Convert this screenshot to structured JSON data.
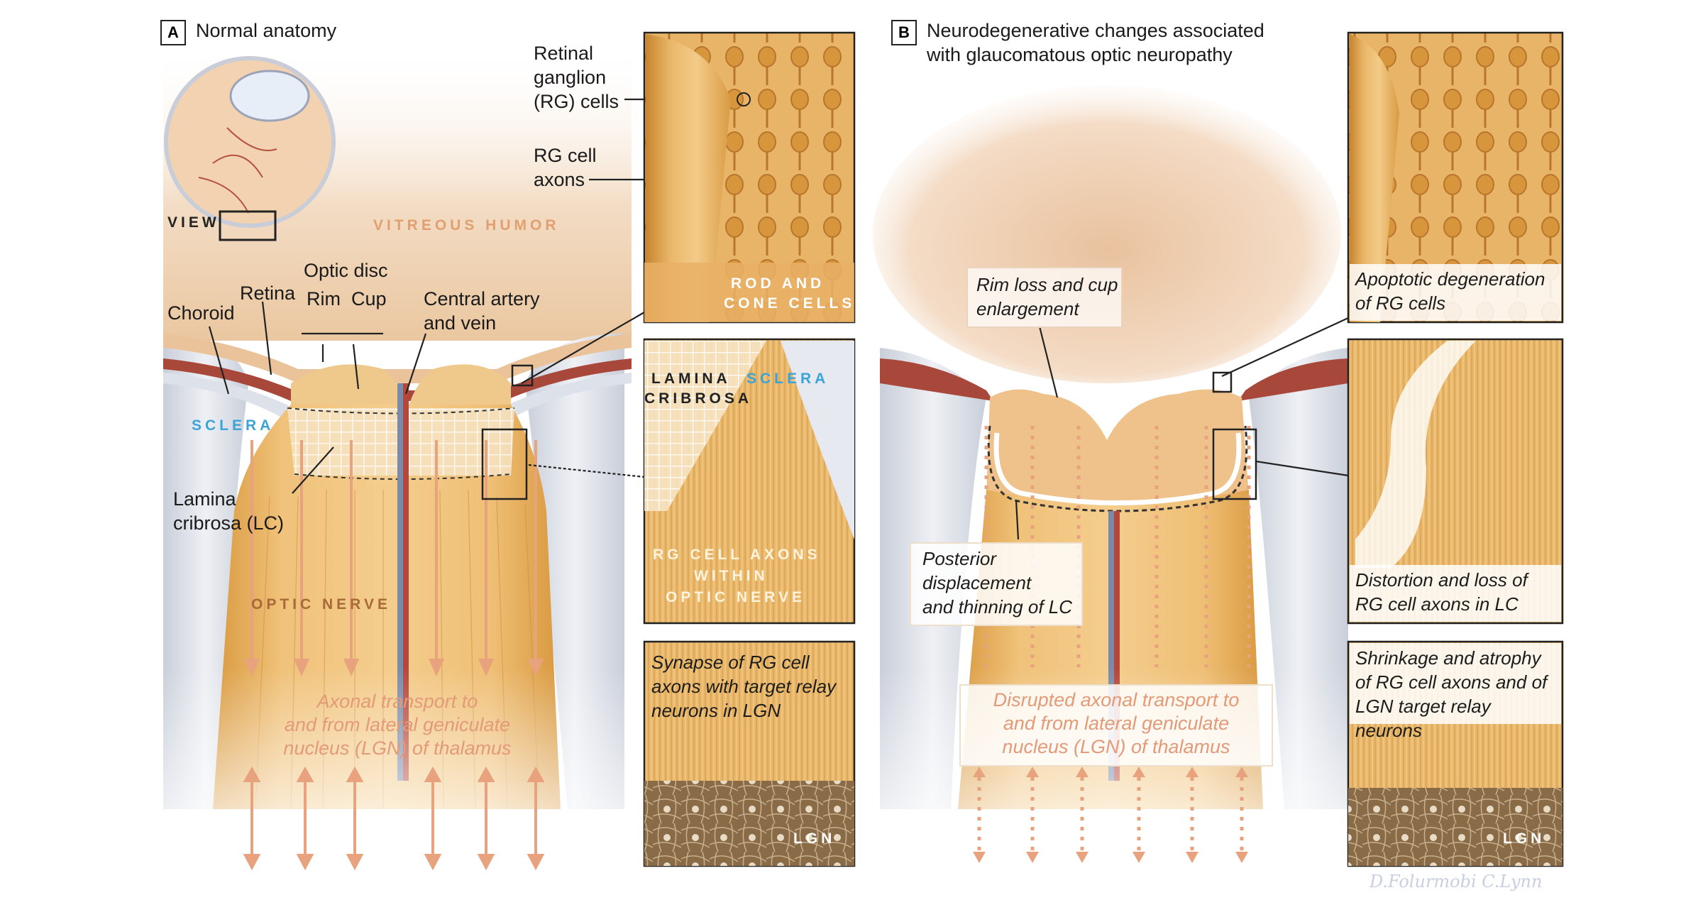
{
  "panel_a": {
    "letter": "A",
    "title": "Normal anatomy",
    "labels": {
      "view": "VIEW",
      "vitreous": "VITREOUS HUMOR",
      "optic_disc": "Optic disc",
      "rim": "Rim",
      "cup": "Cup",
      "retina": "Retina",
      "choroid": "Choroid",
      "central_artery_1": "Central artery",
      "central_artery_2": "and vein",
      "sclera": "SCLERA",
      "lamina_1": "Lamina",
      "lamina_2": "cribrosa (LC)",
      "optic_nerve": "OPTIC NERVE",
      "retinal_gc_1": "Retinal",
      "retinal_gc_2": "ganglion",
      "retinal_gc_3": "(RG) cells",
      "rg_axons_1": "RG cell",
      "rg_axons_2": "axons"
    },
    "transport": [
      "Axonal transport to",
      "and from lateral geniculate",
      "nucleus (LGN) of thalamus"
    ],
    "insets": {
      "rod_cone_1": "ROD AND",
      "rod_cone_2": "CONE CELLS",
      "lamina_1": "LAMINA",
      "lamina_2": "CRIBROSA",
      "sclera": "SCLERA",
      "axons_1": "RG CELL AXONS",
      "axons_2": "WITHIN",
      "axons_3": "OPTIC NERVE",
      "synapse": [
        "Synapse of RG cell",
        "axons with target relay",
        "neurons in LGN"
      ],
      "lgn": "LGN"
    }
  },
  "panel_b": {
    "letter": "B",
    "title": [
      "Neurodegenerative changes associated",
      "with glaucomatous optic neuropathy"
    ],
    "rim_loss": [
      "Rim loss and cup",
      "enlargement"
    ],
    "posterior": [
      "Posterior",
      "displacement",
      "and thinning of LC"
    ],
    "transport": [
      "Disrupted axonal transport to",
      "and from lateral geniculate",
      "nucleus (LGN) of thalamus"
    ],
    "insets": {
      "apoptotic": [
        "Apoptotic degeneration",
        "of RG cells"
      ],
      "distortion": [
        "Distortion and loss of",
        "RG cell axons in LC"
      ],
      "shrinkage": [
        "Shrinkage and atrophy",
        "of RG cell axons and of",
        "LGN target relay neurons"
      ],
      "lgn": "LGN"
    }
  },
  "signature": "D.Folurmobi C.Lynn",
  "colors": {
    "nerve": "#e8b56a",
    "nerve_dark": "#c98a3a",
    "sclera": "#dfe3ea",
    "choroid": "#a8483a",
    "vitreous": "#f1d7bd",
    "arrow": "#e8a27e",
    "label_blue": "#3aa3d8",
    "label_orange": "#e0a070"
  }
}
